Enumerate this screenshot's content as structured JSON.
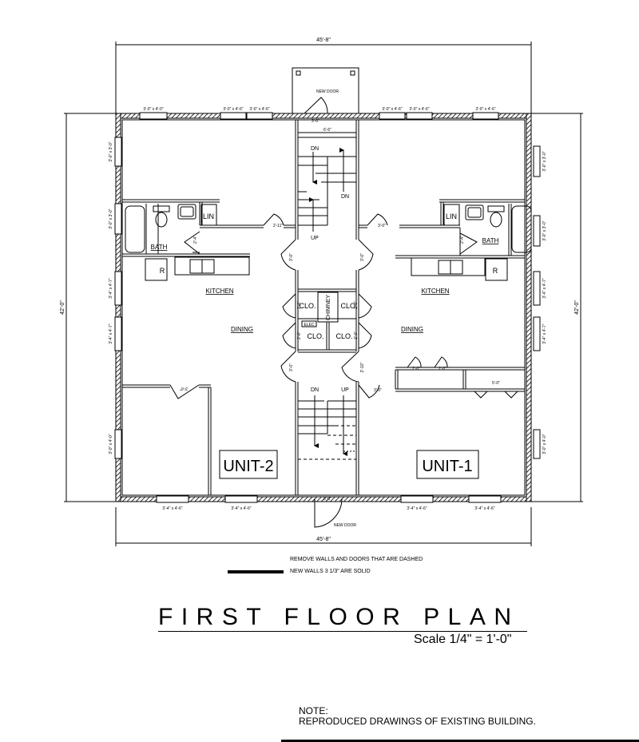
{
  "drawing": {
    "title": "FIRST FLOOR PLAN",
    "scale": "Scale 1/4\" = 1'-0\"",
    "note_heading": "NOTE:",
    "note_text": "REPRODUCED DRAWINGS OF EXISTING BUILDING.",
    "legend": {
      "dashed": "REMOVE WALLS AND DOORS THAT ARE DASHED",
      "solid": "NEW WALLS 3 1/3\" ARE SOLID"
    }
  },
  "dimensions": {
    "overall_width_top": "45'-8\"",
    "overall_width_bottom": "45'-8\"",
    "overall_depth_left": "42'-0\"",
    "overall_depth_right": "42'-0\"",
    "stair_width": "6'-6\"",
    "front_door_width": "3'-0\"",
    "rear_door_width": "5'-0\""
  },
  "doors": {
    "new_door_top": "NEW DOOR",
    "new_door_bottom": "NEW DOOR",
    "unit2_hall_door": "2'-11\"",
    "unit2_bath_door": "2'-4\"",
    "unit2_hall_entry_top": "3'-0\"",
    "unit2_hall_entry_bottom": "3'-0\"",
    "unit2_bedroom_door": "3'-0\"",
    "unit1_hall_door": "3'-0\"",
    "unit1_bath_door": "2'-4\"",
    "unit1_hall_entry_top": "3'-0\"",
    "unit1_hall_entry_bottom": "2'-10\"",
    "unit1_bedroom_door": "3'-0\"",
    "unit1_closet_door_a": "2'-0\"",
    "unit1_closet_door_b": "2'-0\"",
    "unit1_bifold_closet": "5'-0\"",
    "clo_door_1": "2'-0\"",
    "clo_door_2": "2'-0\"",
    "clo_door_3": "2'-0\"",
    "clo_door_4": "2'-0\""
  },
  "windows": {
    "top": [
      "3'-0\" x 4'-0\"",
      "3'-0\" x 4'-6\"",
      "3'-0\" x 4'-6\"",
      "3'-0\" x 4'-6\"",
      "3'-0\" x 4'-6\"",
      "3'-0\" x 4'-6\""
    ],
    "bottom": [
      "3'-4\" x 4'-6\"",
      "3'-4\" x 4'-6\"",
      "3'-4\" x 4'-6\"",
      "3'-4\" x 4'-6\""
    ],
    "left": [
      "3'-0\" x 3'-0\"",
      "3'-0\" x 3'-0\"",
      "3'-4\" x 4'-7\"",
      "3'-4\" x 4'-7\"",
      "3'-0\" x 4'-0\""
    ],
    "right": [
      "3'-0\" x 3'-0\"",
      "3'-0\" x 3'-0\"",
      "3'-4\" x 4'-7\"",
      "3'-4\" x 4'-7\"",
      "3'-0\" x 4'-0\""
    ]
  },
  "rooms": {
    "unit2": {
      "label": "UNIT-2",
      "bath": "BATH",
      "lin": "LIN",
      "kitchen": "KITCHEN",
      "dining": "DINING",
      "fridge": "R"
    },
    "unit1": {
      "label": "UNIT-1",
      "bath": "BATH",
      "lin": "LIN",
      "kitchen": "KITCHEN",
      "dining": "DINING",
      "fridge": "R"
    },
    "core": {
      "chimney": "CHIMNEY",
      "elec": "ELEC",
      "clo1": "CLO.",
      "clo2": "CLO.",
      "clo3": "CLO.",
      "clo4": "CLO.",
      "stair_upper_dn1": "DN",
      "stair_upper_dn2": "DN",
      "stair_upper_up": "UP",
      "stair_lower_dn": "DN",
      "stair_lower_up": "UP"
    }
  }
}
